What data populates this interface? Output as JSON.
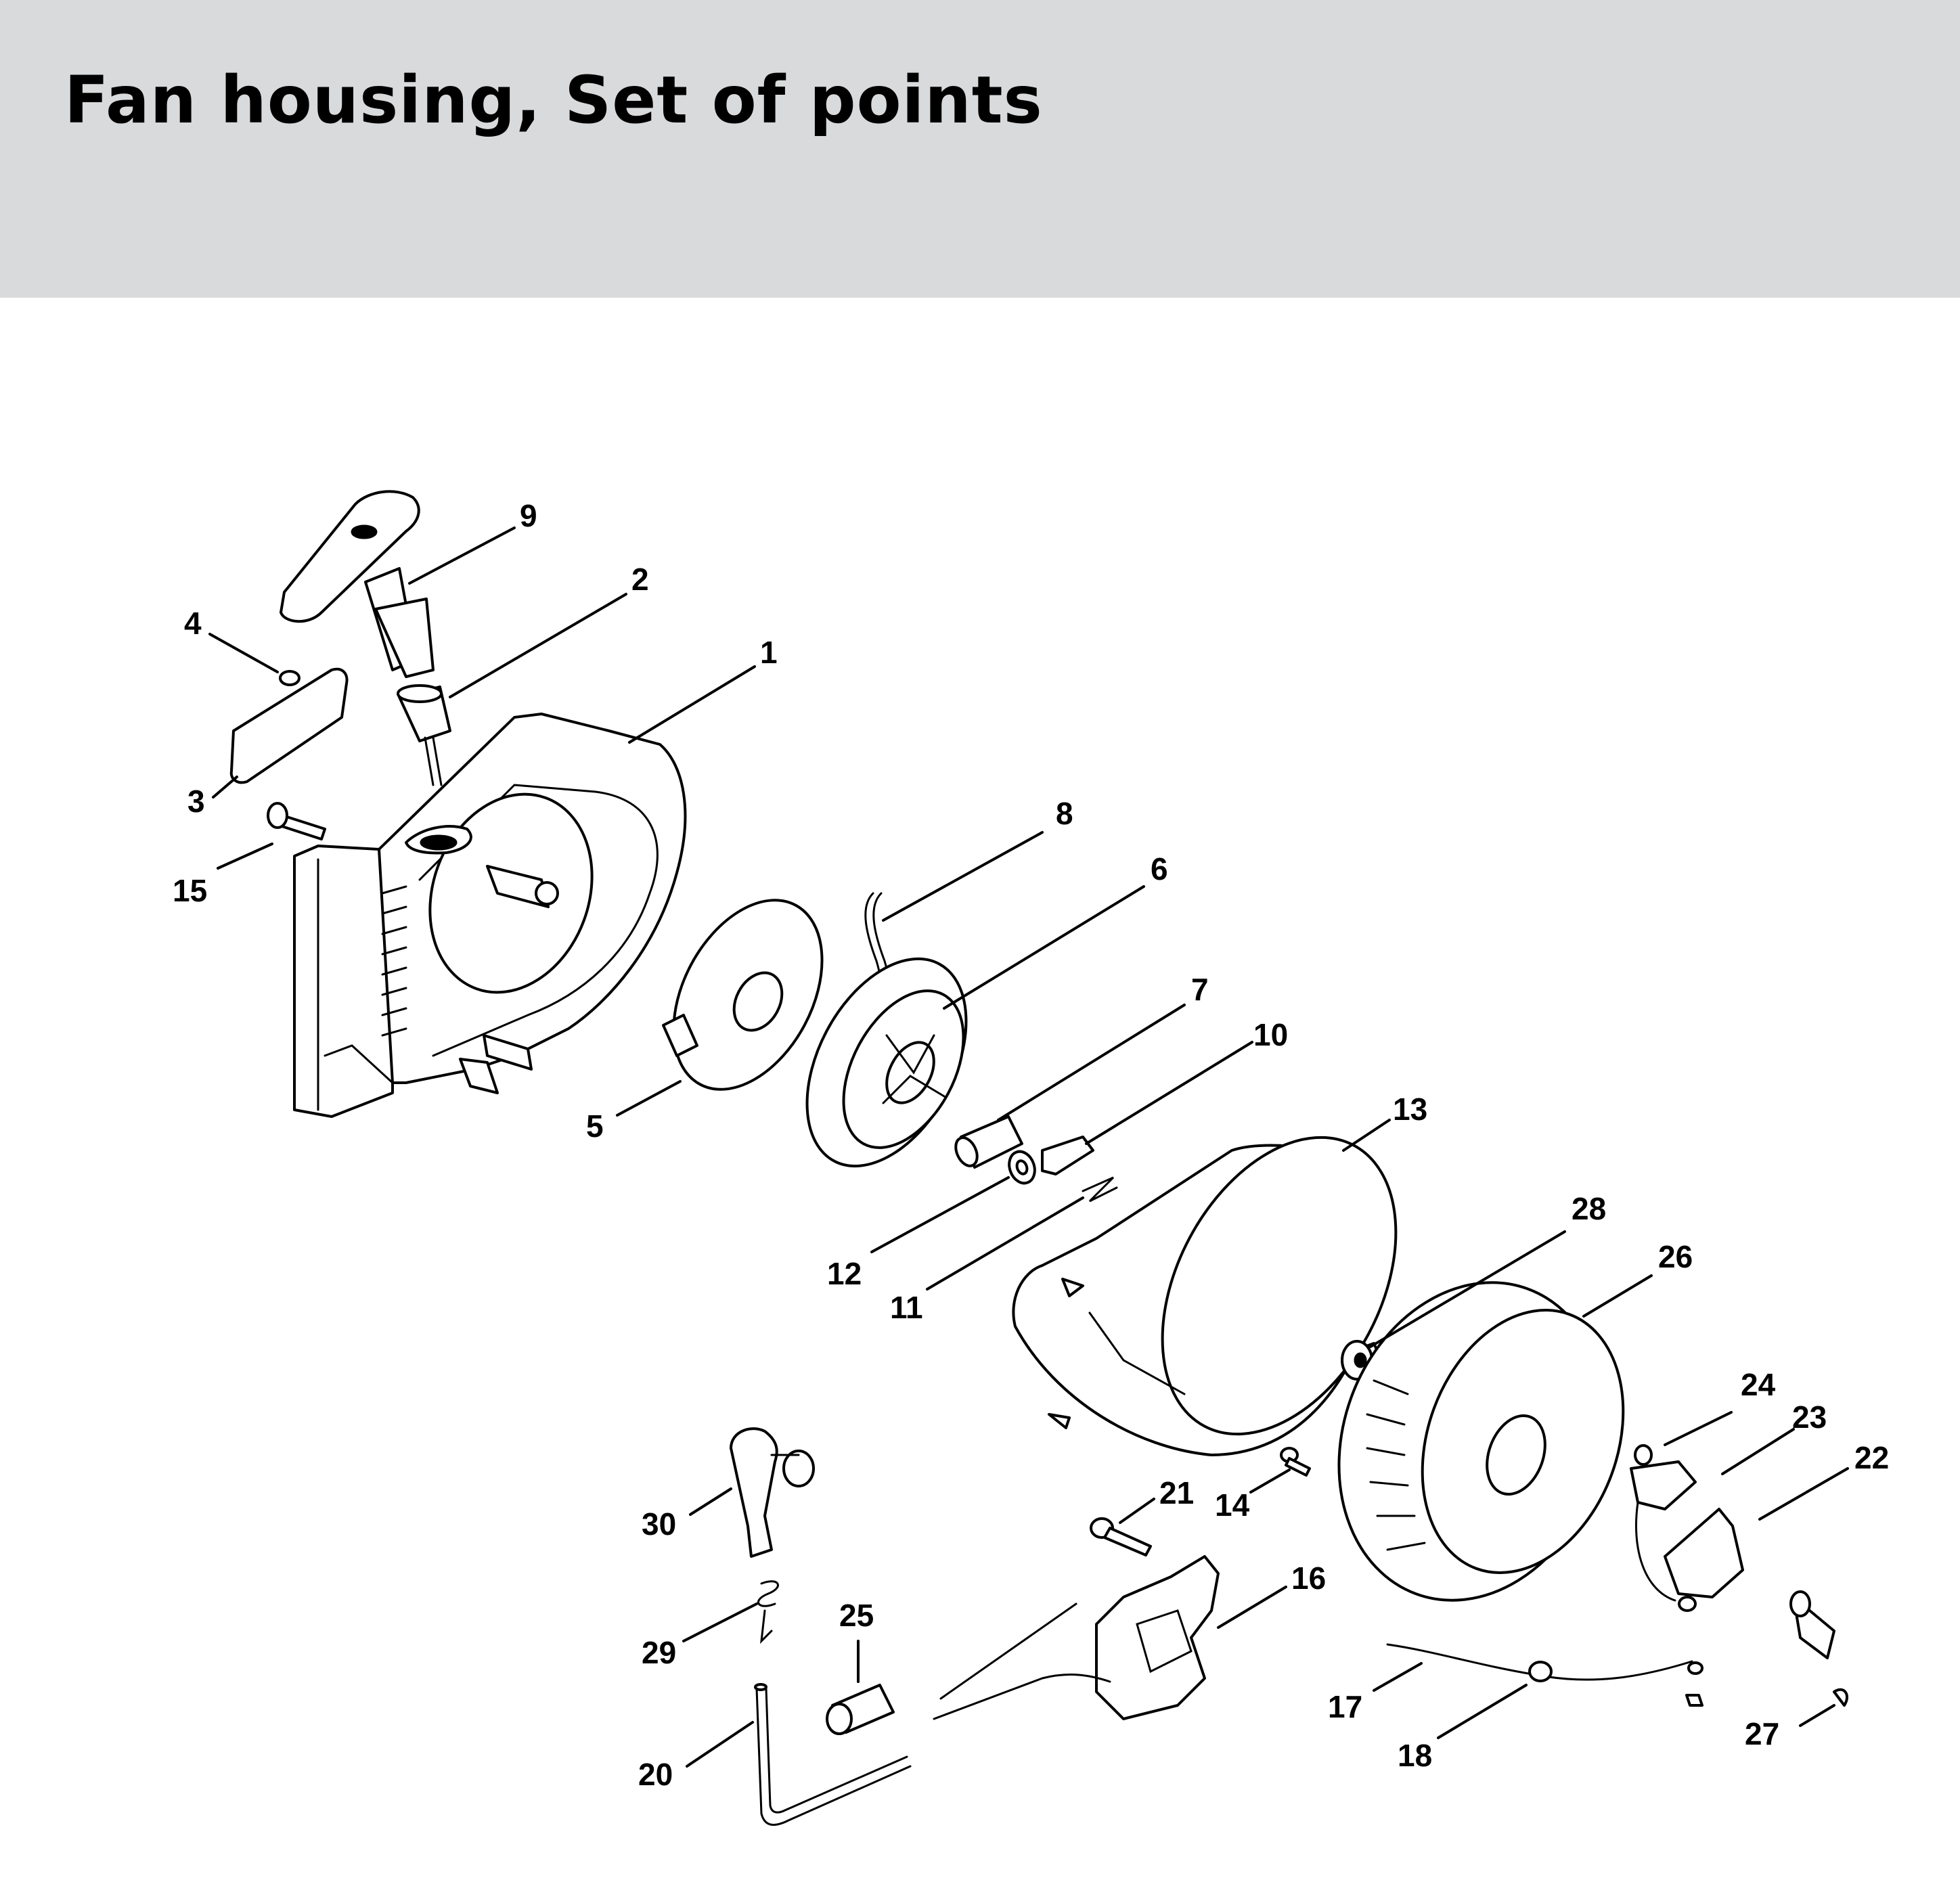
{
  "header": {
    "title": "Fan housing, Set of points"
  },
  "callouts": [
    "9",
    "2",
    "4",
    "1",
    "3",
    "15",
    "8",
    "6",
    "5",
    "7",
    "10",
    "13",
    "12",
    "11",
    "28",
    "26",
    "24",
    "23",
    "22",
    "21",
    "14",
    "30",
    "16",
    "25",
    "29",
    "17",
    "18",
    "27",
    "20"
  ],
  "colors": {
    "header_background": "#d9dadb",
    "line_art": "#000000",
    "background": "#ffffff"
  }
}
